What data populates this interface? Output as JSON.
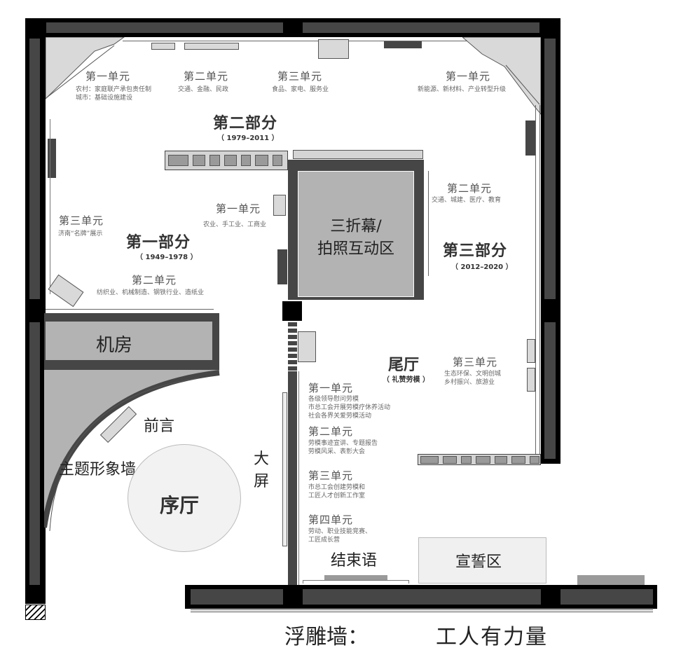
{
  "floor_plan": {
    "colors": {
      "wall_outer": "#000000",
      "wall_inner": "#464646",
      "fill_light": "#d9d9d9",
      "fill_mid": "#b3b3b3",
      "display_panel": "#9a9a9a"
    },
    "part_one": {
      "title": "第一部分",
      "years": "（ 1949–1978 ）",
      "units": [
        {
          "title": "第一单元",
          "desc": "农业、手工业、工商业"
        },
        {
          "title": "第二单元",
          "desc": "纺织业、机械制造、钢铁行业、造纸业"
        },
        {
          "title": "第三单元",
          "desc": "济南“名牌”展示"
        }
      ]
    },
    "part_two": {
      "title": "第二部分",
      "years": "（ 1979–2011 ）",
      "units": [
        {
          "title": "第一单元",
          "desc_lines": [
            "农村：家庭联产承包责任制",
            "城市：基础设施建设"
          ]
        },
        {
          "title": "第二单元",
          "desc": "交通、金融、民政"
        },
        {
          "title": "第三单元",
          "desc": "食品、家电、服务业"
        }
      ]
    },
    "part_three": {
      "title": "第三部分",
      "years": "（ 2012–2020 ）",
      "units": [
        {
          "title": "第一单元",
          "desc": "新能源、新材料、产业转型升级"
        },
        {
          "title": "第二单元",
          "desc": "交通、城建、医疗、教育"
        },
        {
          "title": "第三单元",
          "desc_lines": [
            "生态环保、文明创城",
            "乡村振兴、旅游业"
          ]
        }
      ]
    },
    "tail_hall": {
      "title": "尾厅",
      "subtitle": "（ 礼赞劳模 ）",
      "units": [
        {
          "title": "第一单元",
          "desc_lines": [
            "各级领导慰问劳模",
            "市总工会开展劳模疗休养活动",
            "社会各界关爱劳模活动"
          ]
        },
        {
          "title": "第二单元",
          "desc_lines": [
            "劳模事迹宣讲、专题报告",
            "劳模风采、表彰大会"
          ]
        },
        {
          "title": "第三单元",
          "desc_lines": [
            "市总工会创建劳模和",
            "工匠人才创新工作室"
          ]
        },
        {
          "title": "第四单元",
          "desc_lines": [
            "劳动、职业技能竞赛、",
            "工匠成长营"
          ]
        }
      ]
    },
    "zones": {
      "triptych": [
        "三折幕/",
        "拍照互动区"
      ],
      "machine_room": "机房",
      "preface": "前言",
      "theme_wall": "主题形象墙",
      "prelude_hall": "序厅",
      "big_screen": [
        "大",
        "屏"
      ],
      "closing": "结束语",
      "oath_area": "宣誓区"
    },
    "relief_wall": {
      "label": "浮雕墙：",
      "title": "工人有力量"
    }
  }
}
